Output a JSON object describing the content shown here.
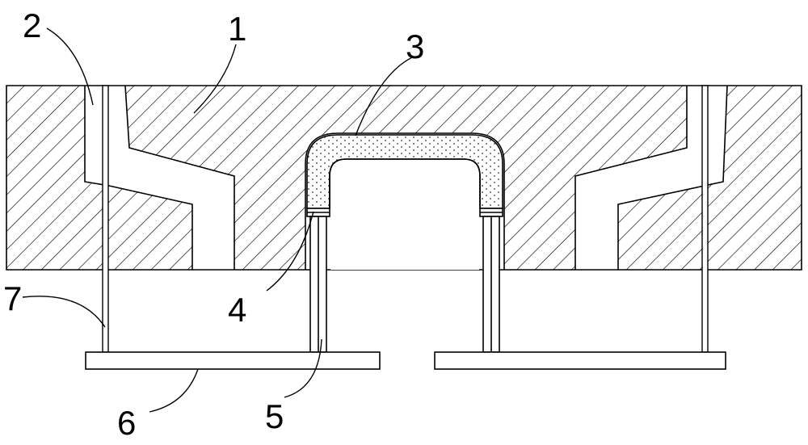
{
  "labels": {
    "one": "1",
    "two": "2",
    "three": "3",
    "four": "4",
    "five": "5",
    "six": "6",
    "seven": "7"
  },
  "colors": {
    "stroke": "#000000",
    "background": "#ffffff",
    "plate_fill": "#f2f2f2"
  }
}
